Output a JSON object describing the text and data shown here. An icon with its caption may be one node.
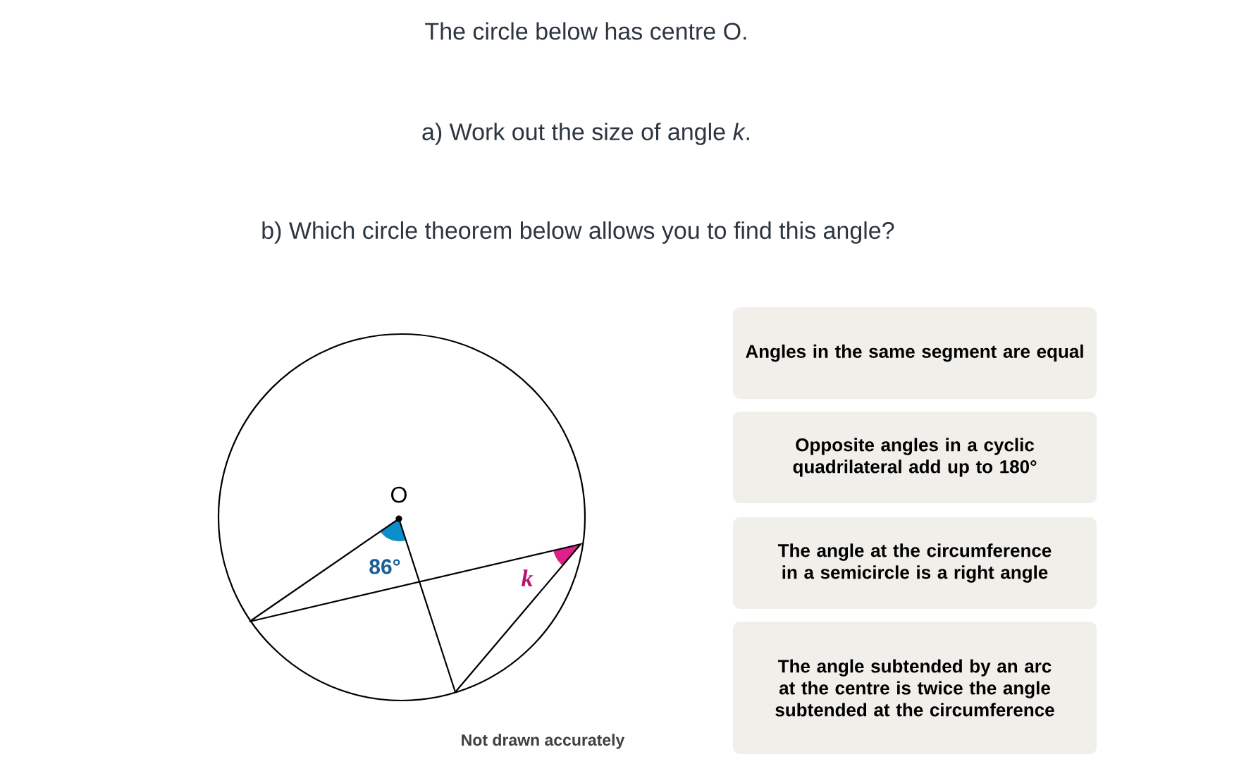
{
  "diagram": {
    "nodes": [
      {
        "text": [
          "Angles in the same segment are equal"
        ]
      },
      {
        "text": [
          "Opposite angles in a cyclic quadrilateral add up to 180°"
        ]
      },
      {
        "text": [
          "The angle at the circumference in a semicircle is a right angle"
        ]
      },
      {
        "text": [
          "The angle subtended by an arc at the centre is twice the angle subtended at the circumference"
        ]
      }
    ],
    "labels": [
      "The circle below has centre O.",
      "a) Work out the size of angle *k*.",
      "b) Which circle theorem below allows you to find this angle?",
      "O",
      "86°",
      "k",
      "Not drawn accurately"
    ]
  }
}
